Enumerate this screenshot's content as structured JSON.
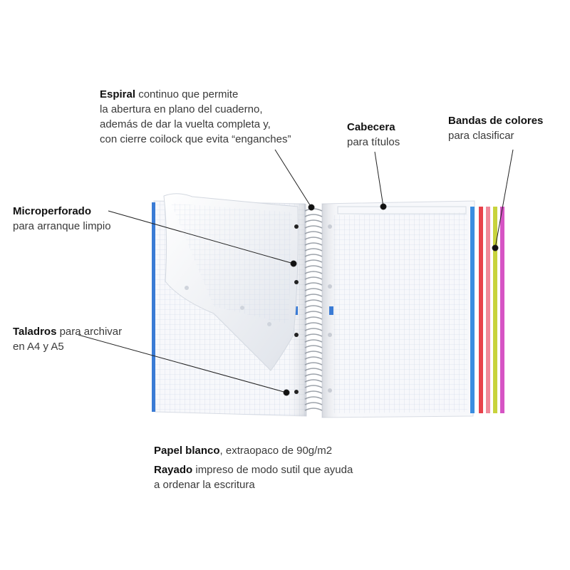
{
  "callouts": {
    "espiral": {
      "bold": "Espiral",
      "line1_rest": " continuo que permite",
      "line2": "la abertura en plano del cuaderno,",
      "line3": "además de dar la vuelta completa y,",
      "line4": "con cierre coilock que evita “enganches”"
    },
    "cabecera": {
      "bold": "Cabecera",
      "line2": "para títulos"
    },
    "bandas": {
      "bold": "Bandas de colores",
      "line2": "para clasificar"
    },
    "microperforado": {
      "bold": "Microperforado",
      "line2": "para arranque limpio"
    },
    "taladros": {
      "bold": "Taladros",
      "line1_rest": " para archivar",
      "line2": "en A4 y A5"
    },
    "papel": {
      "bold": "Papel blanco",
      "rest": ", extraopaco de 90g/m2"
    },
    "rayado": {
      "bold": "Rayado",
      "line1_rest": " impreso de modo sutil que ayuda",
      "line2": "a ordenar la escritura"
    }
  },
  "colors": {
    "grid": "#c9d3e6",
    "page": "#f7f8fb",
    "left_edge": "#3a7bd5",
    "bands": [
      "#3a8de0",
      "#e8424b",
      "#f08a9a",
      "#c8d33c",
      "#d654c4"
    ]
  }
}
